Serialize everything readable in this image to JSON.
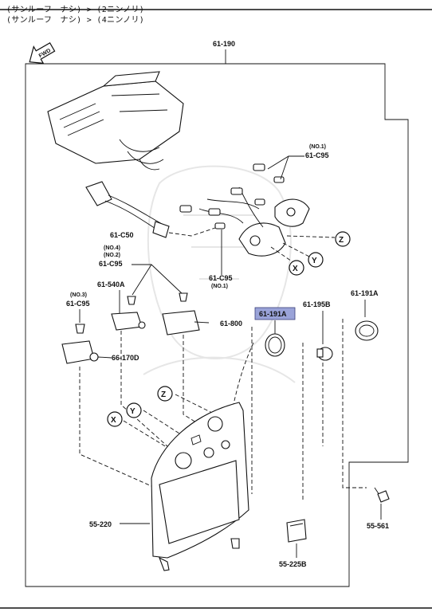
{
  "header": {
    "line1": "(サンルーフ　ナシ) > (2ニンノリ)",
    "line2": "(サンルーフ　ナシ) > (4ニンノリ)"
  },
  "front_arrow_label": "FWD",
  "labels": {
    "p61_190": "61-190",
    "p61_c50": "61-C50",
    "p61_c95_top_no": "(NO.1)",
    "p61_c95_top": "61-C95",
    "p61_c95_mid_no4": "(NO.4)",
    "p61_c95_mid_no2": "(NO.2)",
    "p61_c95_mid": "61-C95",
    "p61_c95_bot": "61-C95",
    "p61_c95_bot_no": "(NO.1)",
    "p61_c95_left_no": "(NO.3)",
    "p61_c95_left": "61-C95",
    "p61_540a": "61-540A",
    "p61_800": "61-800",
    "p66_170d": "66-170D",
    "p61_191a_hl": "61-191A",
    "p61_195b": "61-195B",
    "p61_191a": "61-191A",
    "p55_220": "55-220",
    "p55_561": "55-561",
    "p55_225b": "55-225B"
  },
  "callouts": {
    "x": "X",
    "y": "Y",
    "z": "Z"
  },
  "colors": {
    "highlight": "#9aa3d8",
    "line": "#111111"
  }
}
